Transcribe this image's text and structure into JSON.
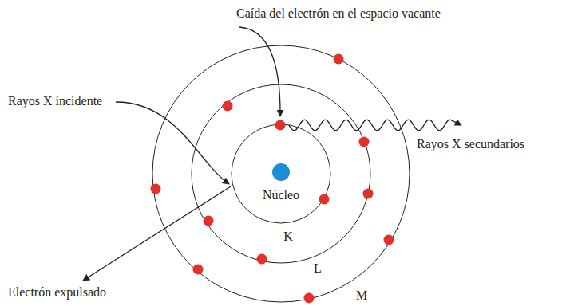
{
  "diagram": {
    "labels": [
      "Caída del electrón en el espacio vacante",
      "Rayos X incidente",
      "Rayos X secundarios",
      "Núcleo",
      "K",
      "L",
      "M",
      "Electrón expulsado"
    ]
  }
}
